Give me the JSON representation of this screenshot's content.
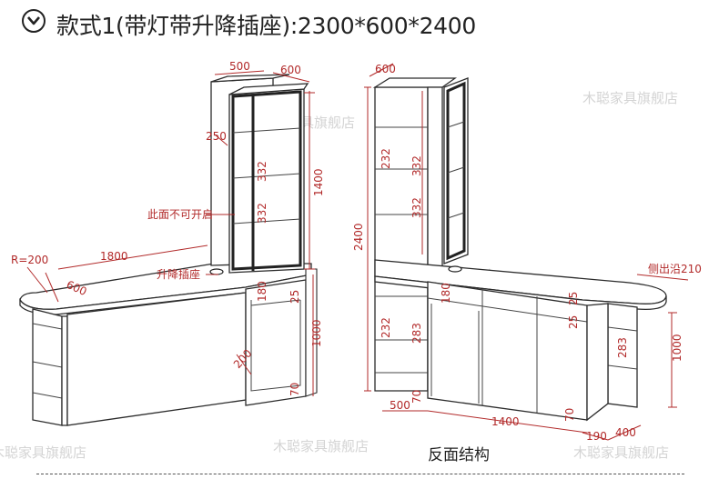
{
  "header": {
    "title": "款式1(带灯带升降插座):2300*600*2400",
    "icon": "chevron-down-circle-icon"
  },
  "watermarks": [
    "木聪家具旗舰店",
    "木聪家具旗舰店",
    "木聪家具旗舰店",
    "木聪家具旗舰店",
    "木聪家具旗舰店",
    "木聪家具旗舰店"
  ],
  "caption": "反面结构",
  "left_view": {
    "dims": {
      "top_w": "500",
      "top_d": "600",
      "shelf_w": "250",
      "gap1": "332",
      "gap2": "332",
      "tower_h": "1400",
      "radius": "R=200",
      "desk_w": "1800",
      "desk_d": "600",
      "drawer": "180",
      "top_thk": "25",
      "cab_h": "1000",
      "cab_d": "200",
      "base": "70"
    },
    "notes": {
      "light": "此面不可开启",
      "socket": "升降插座"
    }
  },
  "right_view": {
    "dims": {
      "top_d": "600",
      "total_h": "2400",
      "g1": "232",
      "g2": "332",
      "g3": "332",
      "g4": "232",
      "g5": "283",
      "drawer": "180",
      "t1": "25",
      "t2": "25",
      "edge": "侧出沿210",
      "side_h": "1000",
      "side_g": "283",
      "bot_w": "500",
      "bot_mid": "1400",
      "base1": "70",
      "base2": "70",
      "end1": "190",
      "end2": "400"
    }
  },
  "colors": {
    "dimension": "#b22a2a",
    "outline": "#2b2b2b",
    "watermark": "#d4d4d4"
  }
}
